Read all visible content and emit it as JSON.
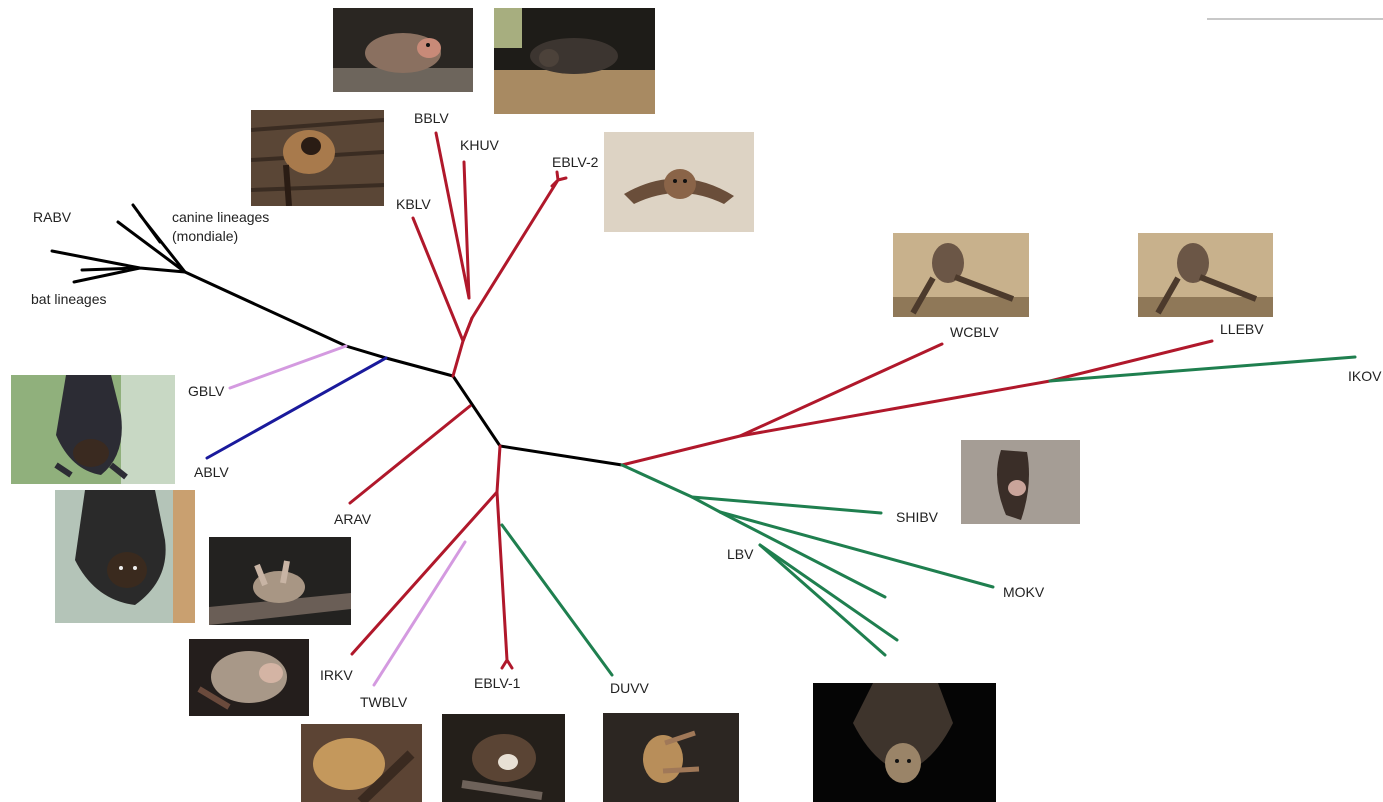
{
  "diagram": {
    "labels": {
      "rabv": "RABV",
      "canine": "canine lineages",
      "mondiale": "(mondiale)",
      "bat_lineages": "bat lineages",
      "bblv": "BBLV",
      "khuv": "KHUV",
      "kblv": "KBLV",
      "eblv2": "EBLV-2",
      "gblv": "GBLV",
      "ablv": "ABLV",
      "arav": "ARAV",
      "irkv": "IRKV",
      "twblv": "TWBLV",
      "eblv1": "EBLV-1",
      "duvv": "DUVV",
      "wcblv": "WCBLV",
      "llebv": "LLEBV",
      "ikov": "IKOV",
      "shibv": "SHIBV",
      "mokv": "MOKV",
      "lbv": "LBV"
    },
    "colors": {
      "rabies_clade": "#000000",
      "phylogroup_1": "#b0182b",
      "phylogroup_2": "#1f7f4f",
      "gblv": "#d49ae0",
      "ablv": "#1a1a9c",
      "twblv": "#d49ae0"
    },
    "photos": [
      {
        "name": "photo-bat-kblv",
        "icon": "bat-photo"
      },
      {
        "name": "photo-bat-bblv",
        "icon": "bat-photo"
      },
      {
        "name": "photo-bat-khuv",
        "icon": "bat-photo"
      },
      {
        "name": "photo-bat-eblv2",
        "icon": "bat-photo"
      },
      {
        "name": "photo-bat-wcblv",
        "icon": "bat-photo"
      },
      {
        "name": "photo-bat-llebv",
        "icon": "bat-photo"
      },
      {
        "name": "photo-bat-shibv",
        "icon": "bat-photo"
      },
      {
        "name": "photo-bat-gblv",
        "icon": "bat-photo"
      },
      {
        "name": "photo-bat-ablv",
        "icon": "bat-photo"
      },
      {
        "name": "photo-bat-arav",
        "icon": "bat-photo"
      },
      {
        "name": "photo-bat-irkv",
        "icon": "bat-photo"
      },
      {
        "name": "photo-bat-twblv",
        "icon": "bat-photo"
      },
      {
        "name": "photo-bat-eblv1",
        "icon": "bat-photo"
      },
      {
        "name": "photo-bat-duvv",
        "icon": "bat-photo"
      },
      {
        "name": "photo-bat-lbv",
        "icon": "bat-photo"
      }
    ]
  }
}
